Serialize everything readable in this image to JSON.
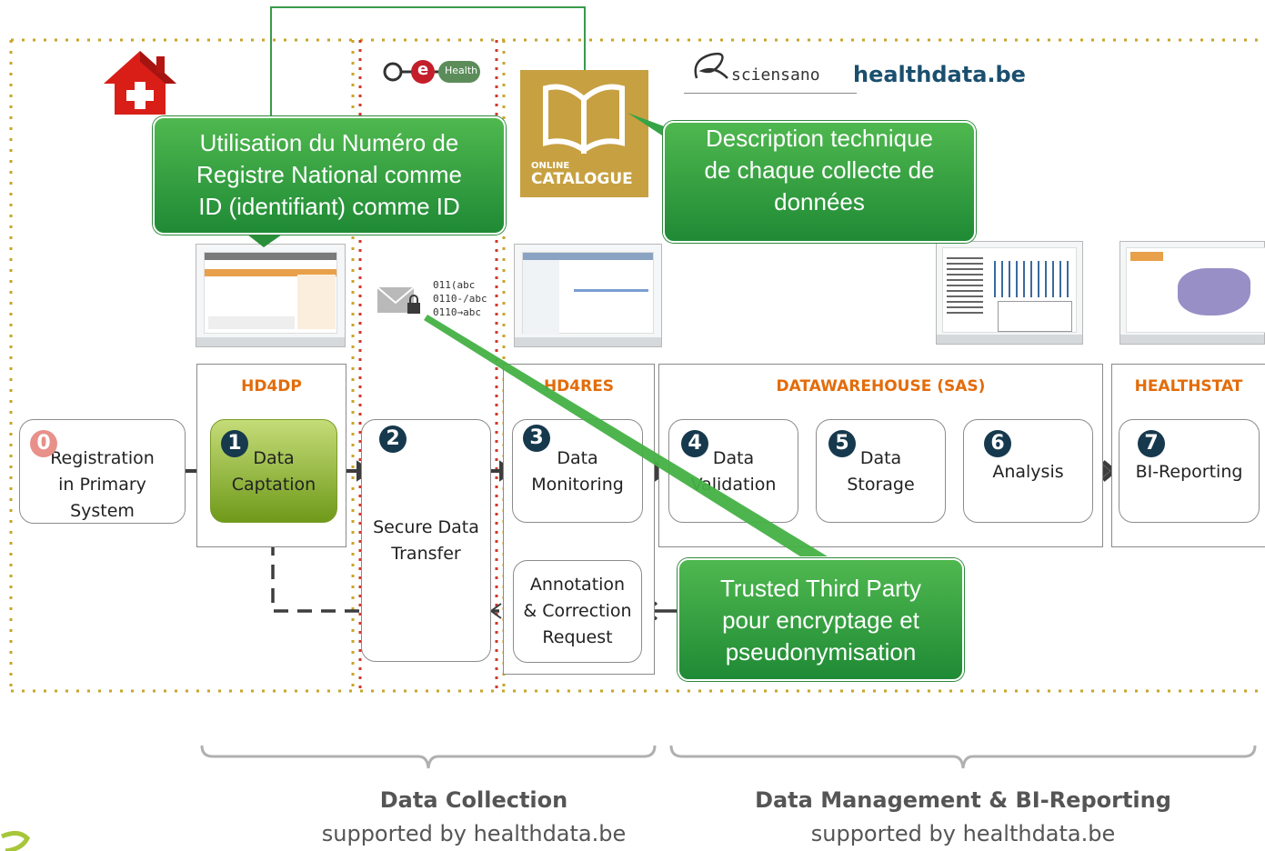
{
  "logos": {
    "ehealth": "Health",
    "ehealth_e": "e",
    "sciensano": "sciensano",
    "healthdata": "healthdata.be",
    "catalogue_small": "ONLINE",
    "catalogue_big": "CATALOGUE"
  },
  "callouts": {
    "rrn": [
      "Utilisation du Numéro de",
      "Registre National comme",
      "ID (identifiant) comme ID"
    ],
    "catalogue": [
      "Description technique",
      "de chaque collecte de",
      "données"
    ],
    "ttp": [
      "Trusted Third Party",
      "pour encryptage et",
      "pseudonymisation"
    ]
  },
  "encryption": [
    "011(abc",
    "0110-/abc",
    "0110→abc"
  ],
  "sections": {
    "hd4dp": "HD4DP",
    "hd4res": "HD4RES",
    "dwh": "DATAWAREHOUSE (SAS)",
    "healthstat": "HEALTHSTAT"
  },
  "steps": [
    {
      "num": "0",
      "lines": [
        "Registration",
        "in Primary",
        "System"
      ]
    },
    {
      "num": "1",
      "lines": [
        "Data",
        "Captation"
      ]
    },
    {
      "num": "2",
      "lines": [
        "Secure Data",
        "Transfer"
      ]
    },
    {
      "num": "3",
      "lines": [
        "Data",
        "Monitoring"
      ]
    },
    {
      "num": "4",
      "lines": [
        "Data",
        "Validation"
      ]
    },
    {
      "num": "5",
      "lines": [
        "Data",
        "Storage"
      ]
    },
    {
      "num": "6",
      "lines": [
        "Analysis"
      ]
    },
    {
      "num": "7",
      "lines": [
        "BI-Reporting"
      ]
    }
  ],
  "annotation": [
    "Annotation",
    "& Correction",
    "Request"
  ],
  "footer": {
    "collection_title": "Data Collection",
    "collection_sub": "supported by healthdata.be",
    "management_title": "Data Management & BI-Reporting",
    "management_sub": "supported by healthdata.be"
  },
  "colors": {
    "accent_orange": "#e36c0a",
    "step_number": "#17394d",
    "step0_number": "#e8908a",
    "callout_green": "#2e9e42",
    "healthdata_blue": "#1a4f6e",
    "dotted_gold": "#c8a52a",
    "dotted_red": "#d0392b"
  }
}
